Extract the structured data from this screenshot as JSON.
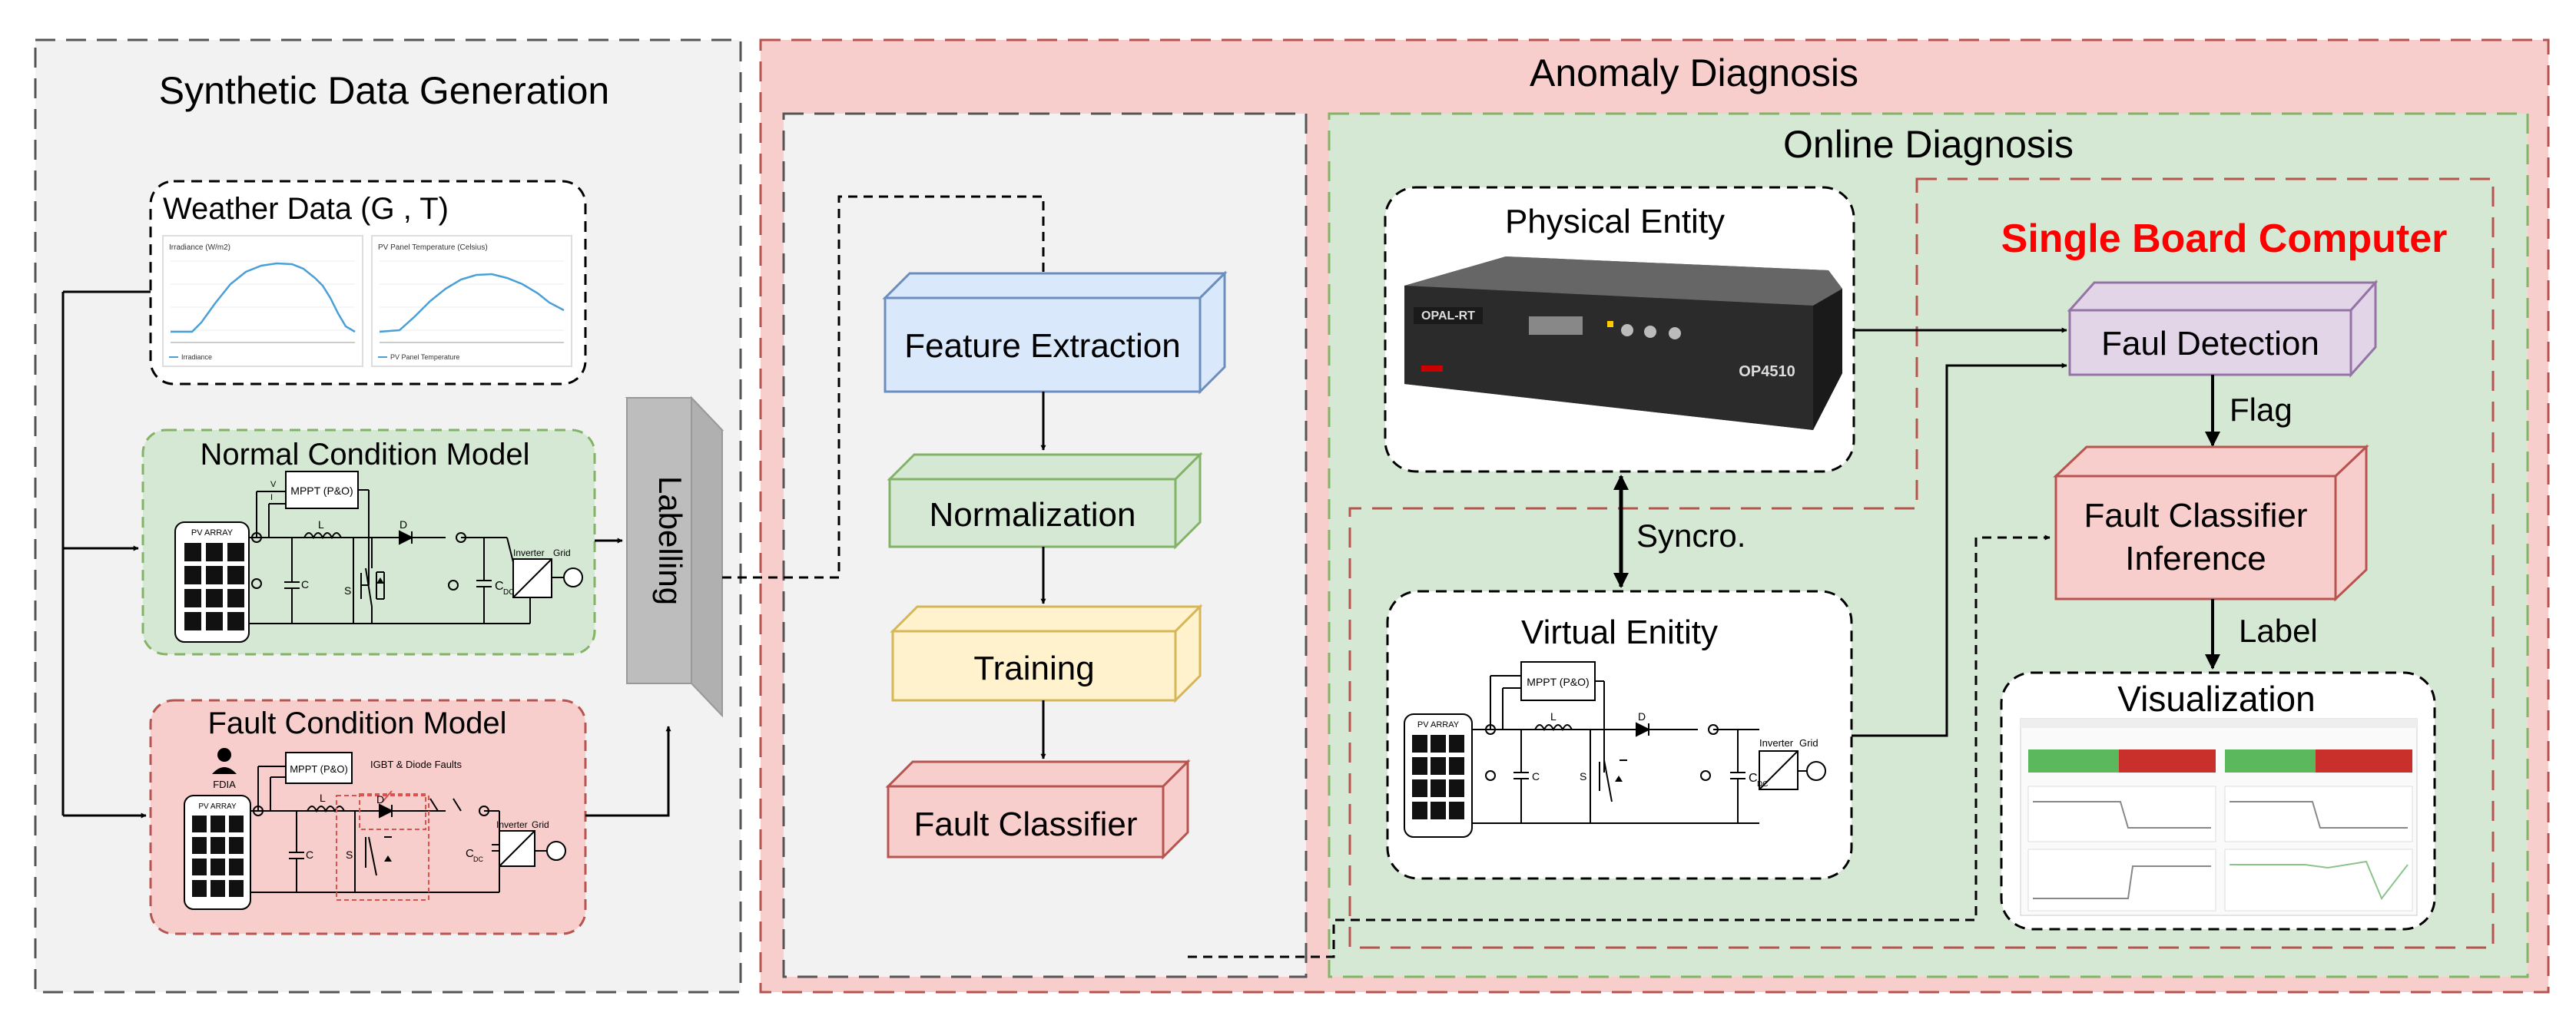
{
  "sections": {
    "synthetic": {
      "title": "Synthetic Data Generation"
    },
    "anomaly": {
      "title": "Anomaly Diagnosis"
    },
    "online": {
      "title": "Online Diagnosis"
    },
    "sbc": {
      "title": "Single Board Computer"
    }
  },
  "weather": {
    "title": "Weather Data (G , T)",
    "chart_left": {
      "title": "Irradiance (W/m2)",
      "legend": "Irradiance"
    },
    "chart_right": {
      "title": "PV Panel Temperature (Celsius)",
      "legend": "PV Panel Temperature"
    }
  },
  "models": {
    "normal": {
      "title": "Normal Condition Model"
    },
    "fault": {
      "title": "Fault Condition Model",
      "fdia": "FDIA",
      "igbt_label": "IGBT & Diode Faults"
    }
  },
  "circuit": {
    "pv_array": "PV ARRAY",
    "mppt": "MPPT (P&O)",
    "vpv": "V",
    "ipv": "I",
    "pv_sub": "PV",
    "L": "L",
    "D": "D",
    "C": "C",
    "S": "S",
    "cdc": "C",
    "dc_sub": "DC",
    "inverter": "Inverter",
    "grid": "Grid"
  },
  "labelling": "Labelling",
  "pipeline": {
    "feature": "Feature Extraction",
    "normalization": "Normalization",
    "training": "Training",
    "classifier": "Fault Classifier"
  },
  "online": {
    "physical": "Physical Entity",
    "virtual": "Virtual Enitity",
    "syncro": "Syncro.",
    "device_brand": "OPAL-RT",
    "device_model": "OP4510"
  },
  "sbc_blocks": {
    "detection": "Faul Detection",
    "flag": "Flag",
    "inference_line1": "Fault Classifier",
    "inference_line2": "Inference",
    "label": "Label",
    "visualization": "Visualization"
  },
  "colors": {
    "gray_panel": "#f2f2f2",
    "red_panel": "#f8cecc",
    "green_panel": "#d5e8d4",
    "sbc_title": "#ff0000",
    "feature": "#dae8fc",
    "normalization": "#d5e8d4",
    "training": "#fff2cc",
    "classifier": "#f8cecc",
    "detection": "#e1d5e7"
  }
}
